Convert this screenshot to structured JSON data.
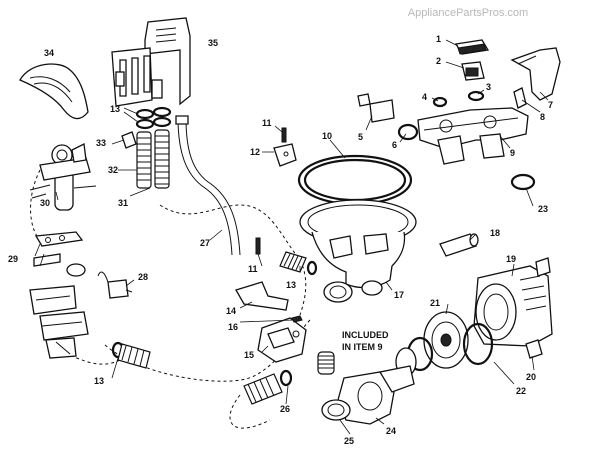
{
  "watermark": "AppliancePartsPros.com",
  "note": {
    "line1": "INCLUDED",
    "line2": "IN ITEM 9"
  },
  "callouts": {
    "c1": "1",
    "c2": "2",
    "c3": "3",
    "c4": "4",
    "c5": "5",
    "c6": "6",
    "c7": "7",
    "c8": "8",
    "c9": "9",
    "c10": "10",
    "c11a": "11",
    "c11b": "11",
    "c12": "12",
    "c13a": "13",
    "c13b": "13",
    "c13c": "13",
    "c14": "14",
    "c15": "15",
    "c16": "16",
    "c17": "17",
    "c18": "18",
    "c19": "19",
    "c20": "20",
    "c21": "21",
    "c22": "22",
    "c23": "23",
    "c24": "24",
    "c25": "25",
    "c26": "26",
    "c27": "27",
    "c28": "28",
    "c29": "29",
    "c30": "30",
    "c31": "31",
    "c32": "32",
    "c33": "33",
    "c34": "34",
    "c35": "35"
  }
}
